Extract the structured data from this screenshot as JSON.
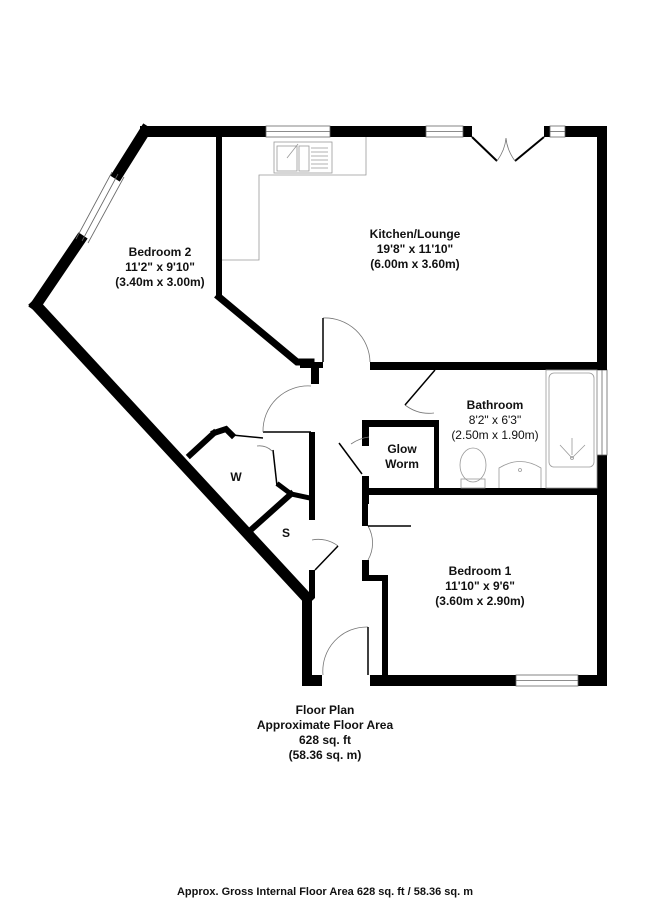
{
  "rooms": {
    "bedroom2": {
      "name": "Bedroom 2",
      "imperial": "11'2\" x 9'10\"",
      "metric": "(3.40m x 3.00m)"
    },
    "kitchen": {
      "name": "Kitchen/Lounge",
      "imperial": "19'8\" x 11'10\"",
      "metric": "(6.00m x 3.60m)"
    },
    "bathroom": {
      "name": "Bathroom",
      "imperial": "8'2\" x 6'3\"",
      "metric": "(2.50m x 1.90m)"
    },
    "bedroom1": {
      "name": "Bedroom 1",
      "imperial": "11'10\" x 9'6\"",
      "metric": "(3.60m x 2.90m)"
    },
    "glowworm": {
      "line1": "Glow",
      "line2": "Worm"
    },
    "wardrobe": {
      "name": "W"
    },
    "storage": {
      "name": "S"
    }
  },
  "summary": {
    "title": "Floor Plan",
    "subtitle": "Approximate Floor Area",
    "sqft": "628 sq. ft",
    "sqm": "(58.36 sq. m)"
  },
  "footer": {
    "text": "Approx. Gross Internal Floor Area 628 sq. ft / 58.36 sq. m"
  },
  "colors": {
    "wall": "#000000",
    "fixture": "#888888",
    "background": "#ffffff"
  }
}
